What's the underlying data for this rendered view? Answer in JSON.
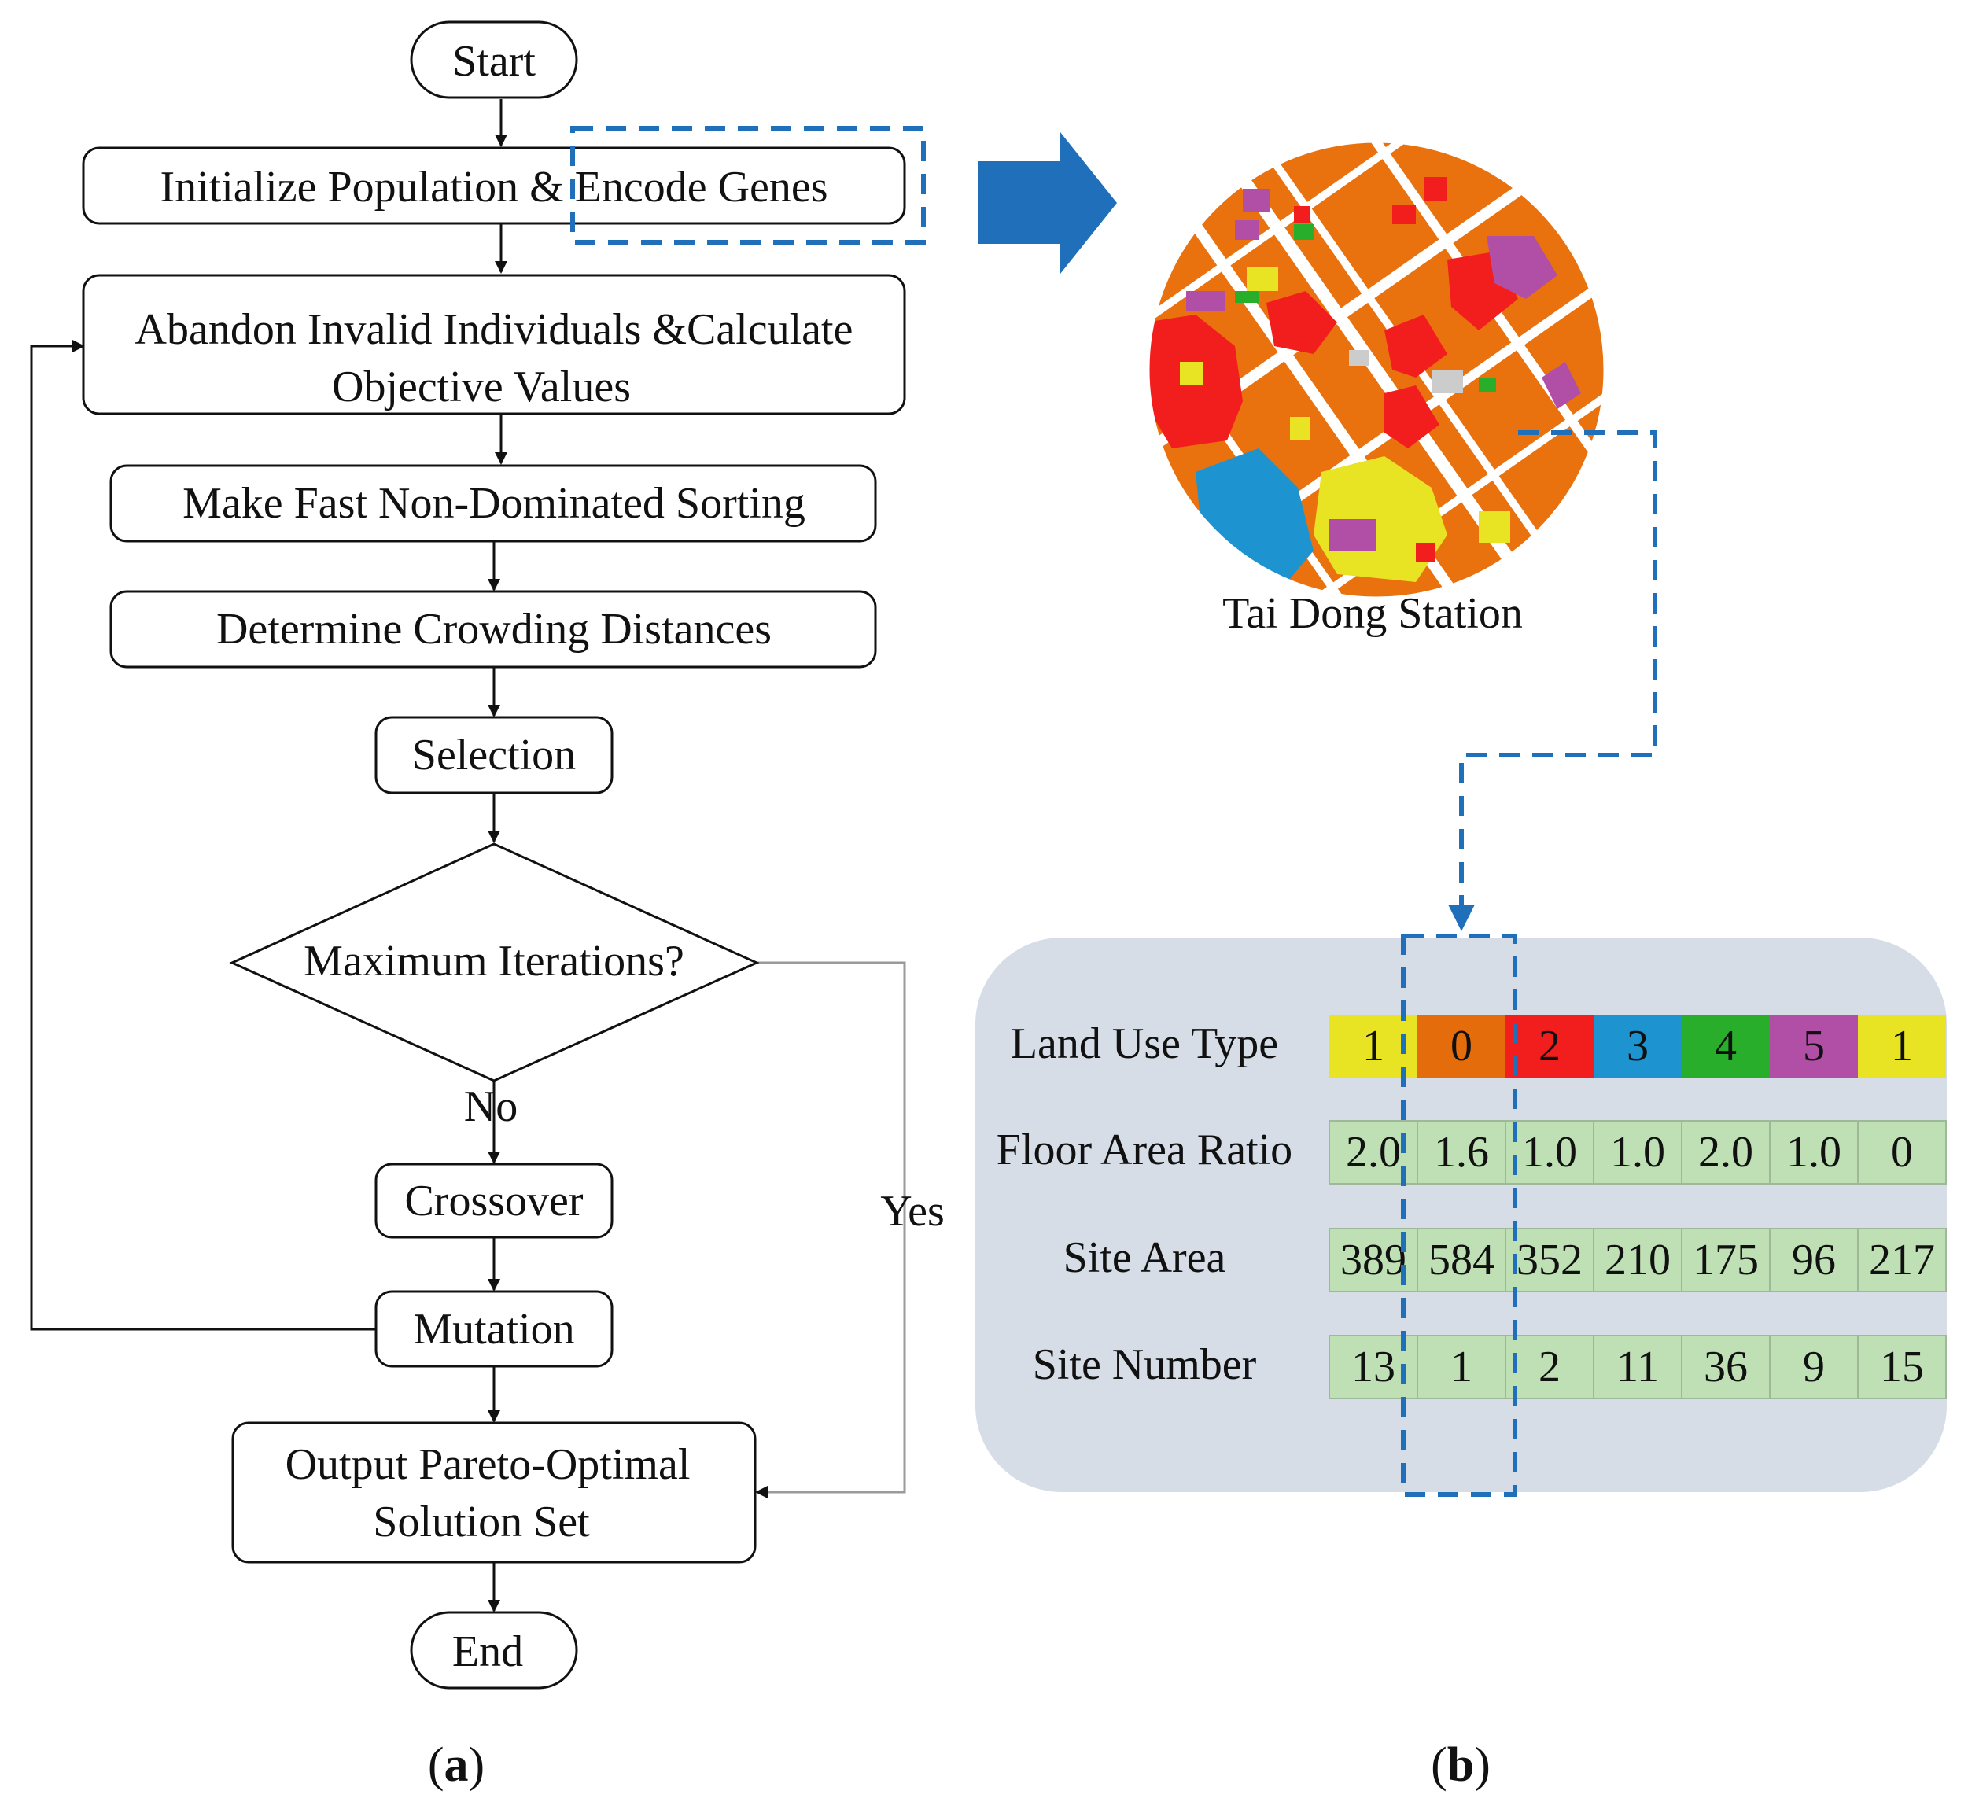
{
  "flowchart": {
    "start": "Start",
    "init": "Initialize Population & Encode Genes",
    "abandon_line1": "Abandon Invalid Individuals &Calculate",
    "abandon_line2": "Objective Values",
    "sorting": "Make Fast Non-Dominated Sorting",
    "crowding": "Determine Crowding Distances",
    "selection": "Selection",
    "decision": "Maximum Iterations?",
    "no_label": "No",
    "yes_label": "Yes",
    "crossover": "Crossover",
    "mutation": "Mutation",
    "output_line1": "Output Pareto-Optimal",
    "output_line2": "Solution Set",
    "end": "End"
  },
  "map": {
    "caption": "Tai Dong Station"
  },
  "gene_table": {
    "background_color": "#d6dde6",
    "rows": [
      {
        "label": "Land Use Type",
        "cells": [
          "1",
          "0",
          "2",
          "3",
          "4",
          "5",
          "1"
        ]
      },
      {
        "label": "Floor Area Ratio",
        "cells": [
          "2.0",
          "1.6",
          "1.0",
          "1.0",
          "2.0",
          "1.0",
          "0"
        ]
      },
      {
        "label": "Site Area",
        "cells": [
          "389",
          "584",
          "352",
          "210",
          "175",
          "96",
          "217"
        ]
      },
      {
        "label": "Site Number",
        "cells": [
          "13",
          "1",
          "2",
          "11",
          "36",
          "9",
          "15"
        ]
      }
    ],
    "land_use_colors": [
      "#e8e424",
      "#e56c0a",
      "#f21e1e",
      "#1d93cf",
      "#28ae2a",
      "#b14ea6",
      "#e8e424"
    ],
    "value_cell_color": "#bfe0b4"
  },
  "accent_color": "#1f6fba",
  "panel_labels": {
    "a_open": "(",
    "a_letter": "a",
    "a_close": ")",
    "b_open": "(",
    "b_letter": "b",
    "b_close": ")"
  }
}
